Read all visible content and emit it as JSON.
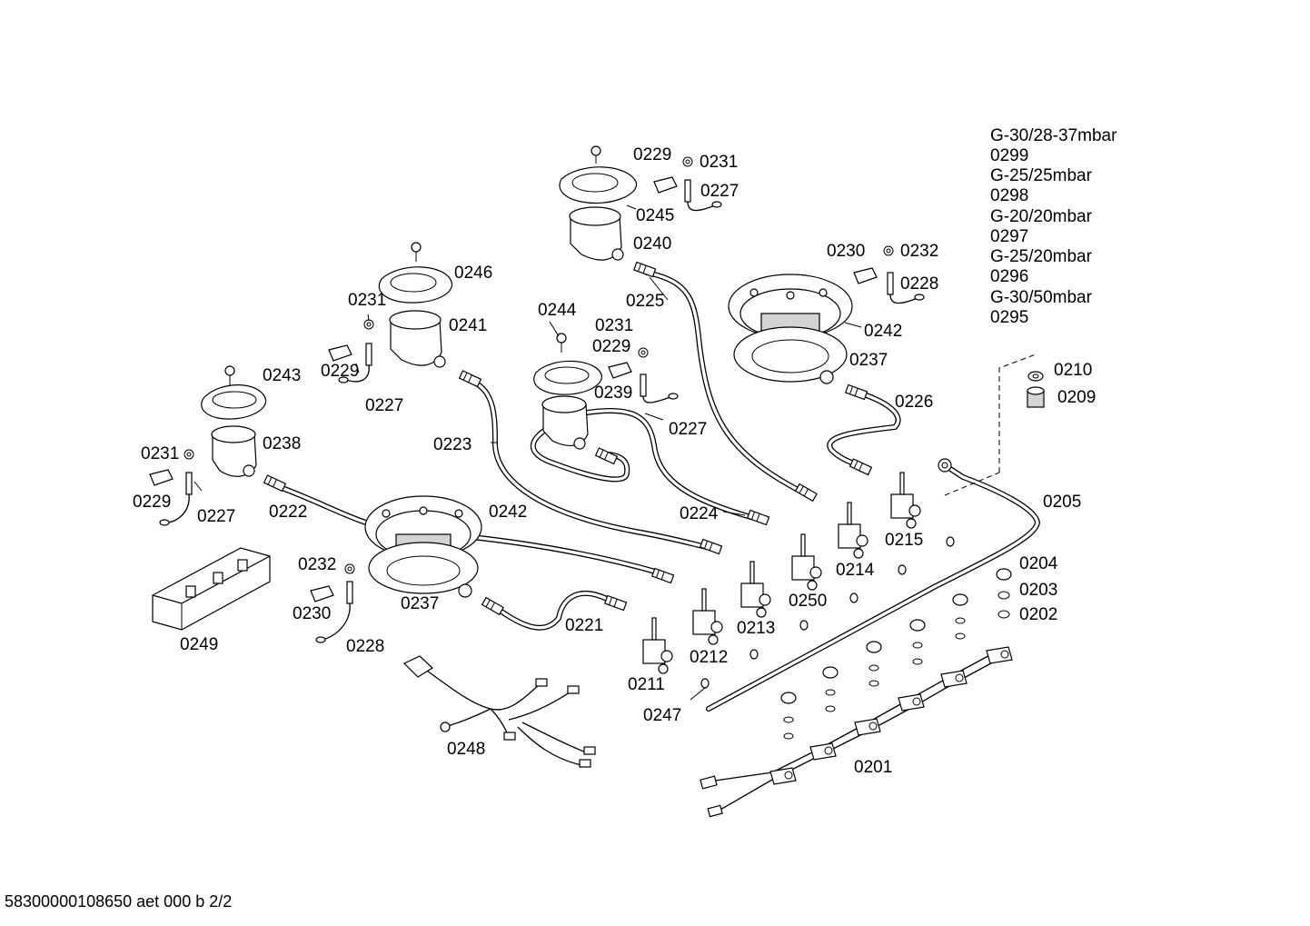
{
  "gas_variants": [
    {
      "gas": "G-30/28-37mbar",
      "code": "0299"
    },
    {
      "gas": "G-25/25mbar",
      "code": "0298"
    },
    {
      "gas": "G-20/20mbar",
      "code": "0297"
    },
    {
      "gas": "G-25/20mbar",
      "code": "0296"
    },
    {
      "gas": "G-30/50mbar",
      "code": "0295"
    }
  ],
  "part_labels": {
    "p0229a": "0229",
    "p0231a": "0231",
    "p0227a": "0227",
    "p0245": "0245",
    "p0240": "0240",
    "p0230a": "0230",
    "p0232a": "0232",
    "p0228a": "0228",
    "p0242a": "0242",
    "p0237a": "0237",
    "p0226": "0226",
    "p0225": "0225",
    "p0246": "0246",
    "p0231b": "0231",
    "p0241": "0241",
    "p0229b": "0229",
    "p0227b": "0227",
    "p0244": "0244",
    "p0231c": "0231",
    "p0229c": "0229",
    "p0239": "0239",
    "p0227c": "0227",
    "p0243": "0243",
    "p0238": "0238",
    "p0231d": "0231",
    "p0229d": "0229",
    "p0227d": "0227",
    "p0223": "0223",
    "p0222": "0222",
    "p0242b": "0242",
    "p0224": "0224",
    "p0210": "0210",
    "p0209": "0209",
    "p0205": "0205",
    "p0215": "0215",
    "p0214": "0214",
    "p0250": "0250",
    "p0213": "0213",
    "p0212": "0212",
    "p0211": "0211",
    "p0204": "0204",
    "p0203": "0203",
    "p0202": "0202",
    "p0232b": "0232",
    "p0230b": "0230",
    "p0228b": "0228",
    "p0237b": "0237",
    "p0221": "0221",
    "p0249": "0249",
    "p0247": "0247",
    "p0248": "0248",
    "p0201": "0201"
  },
  "footer": "58300000108650 aet 000 b 2/2"
}
